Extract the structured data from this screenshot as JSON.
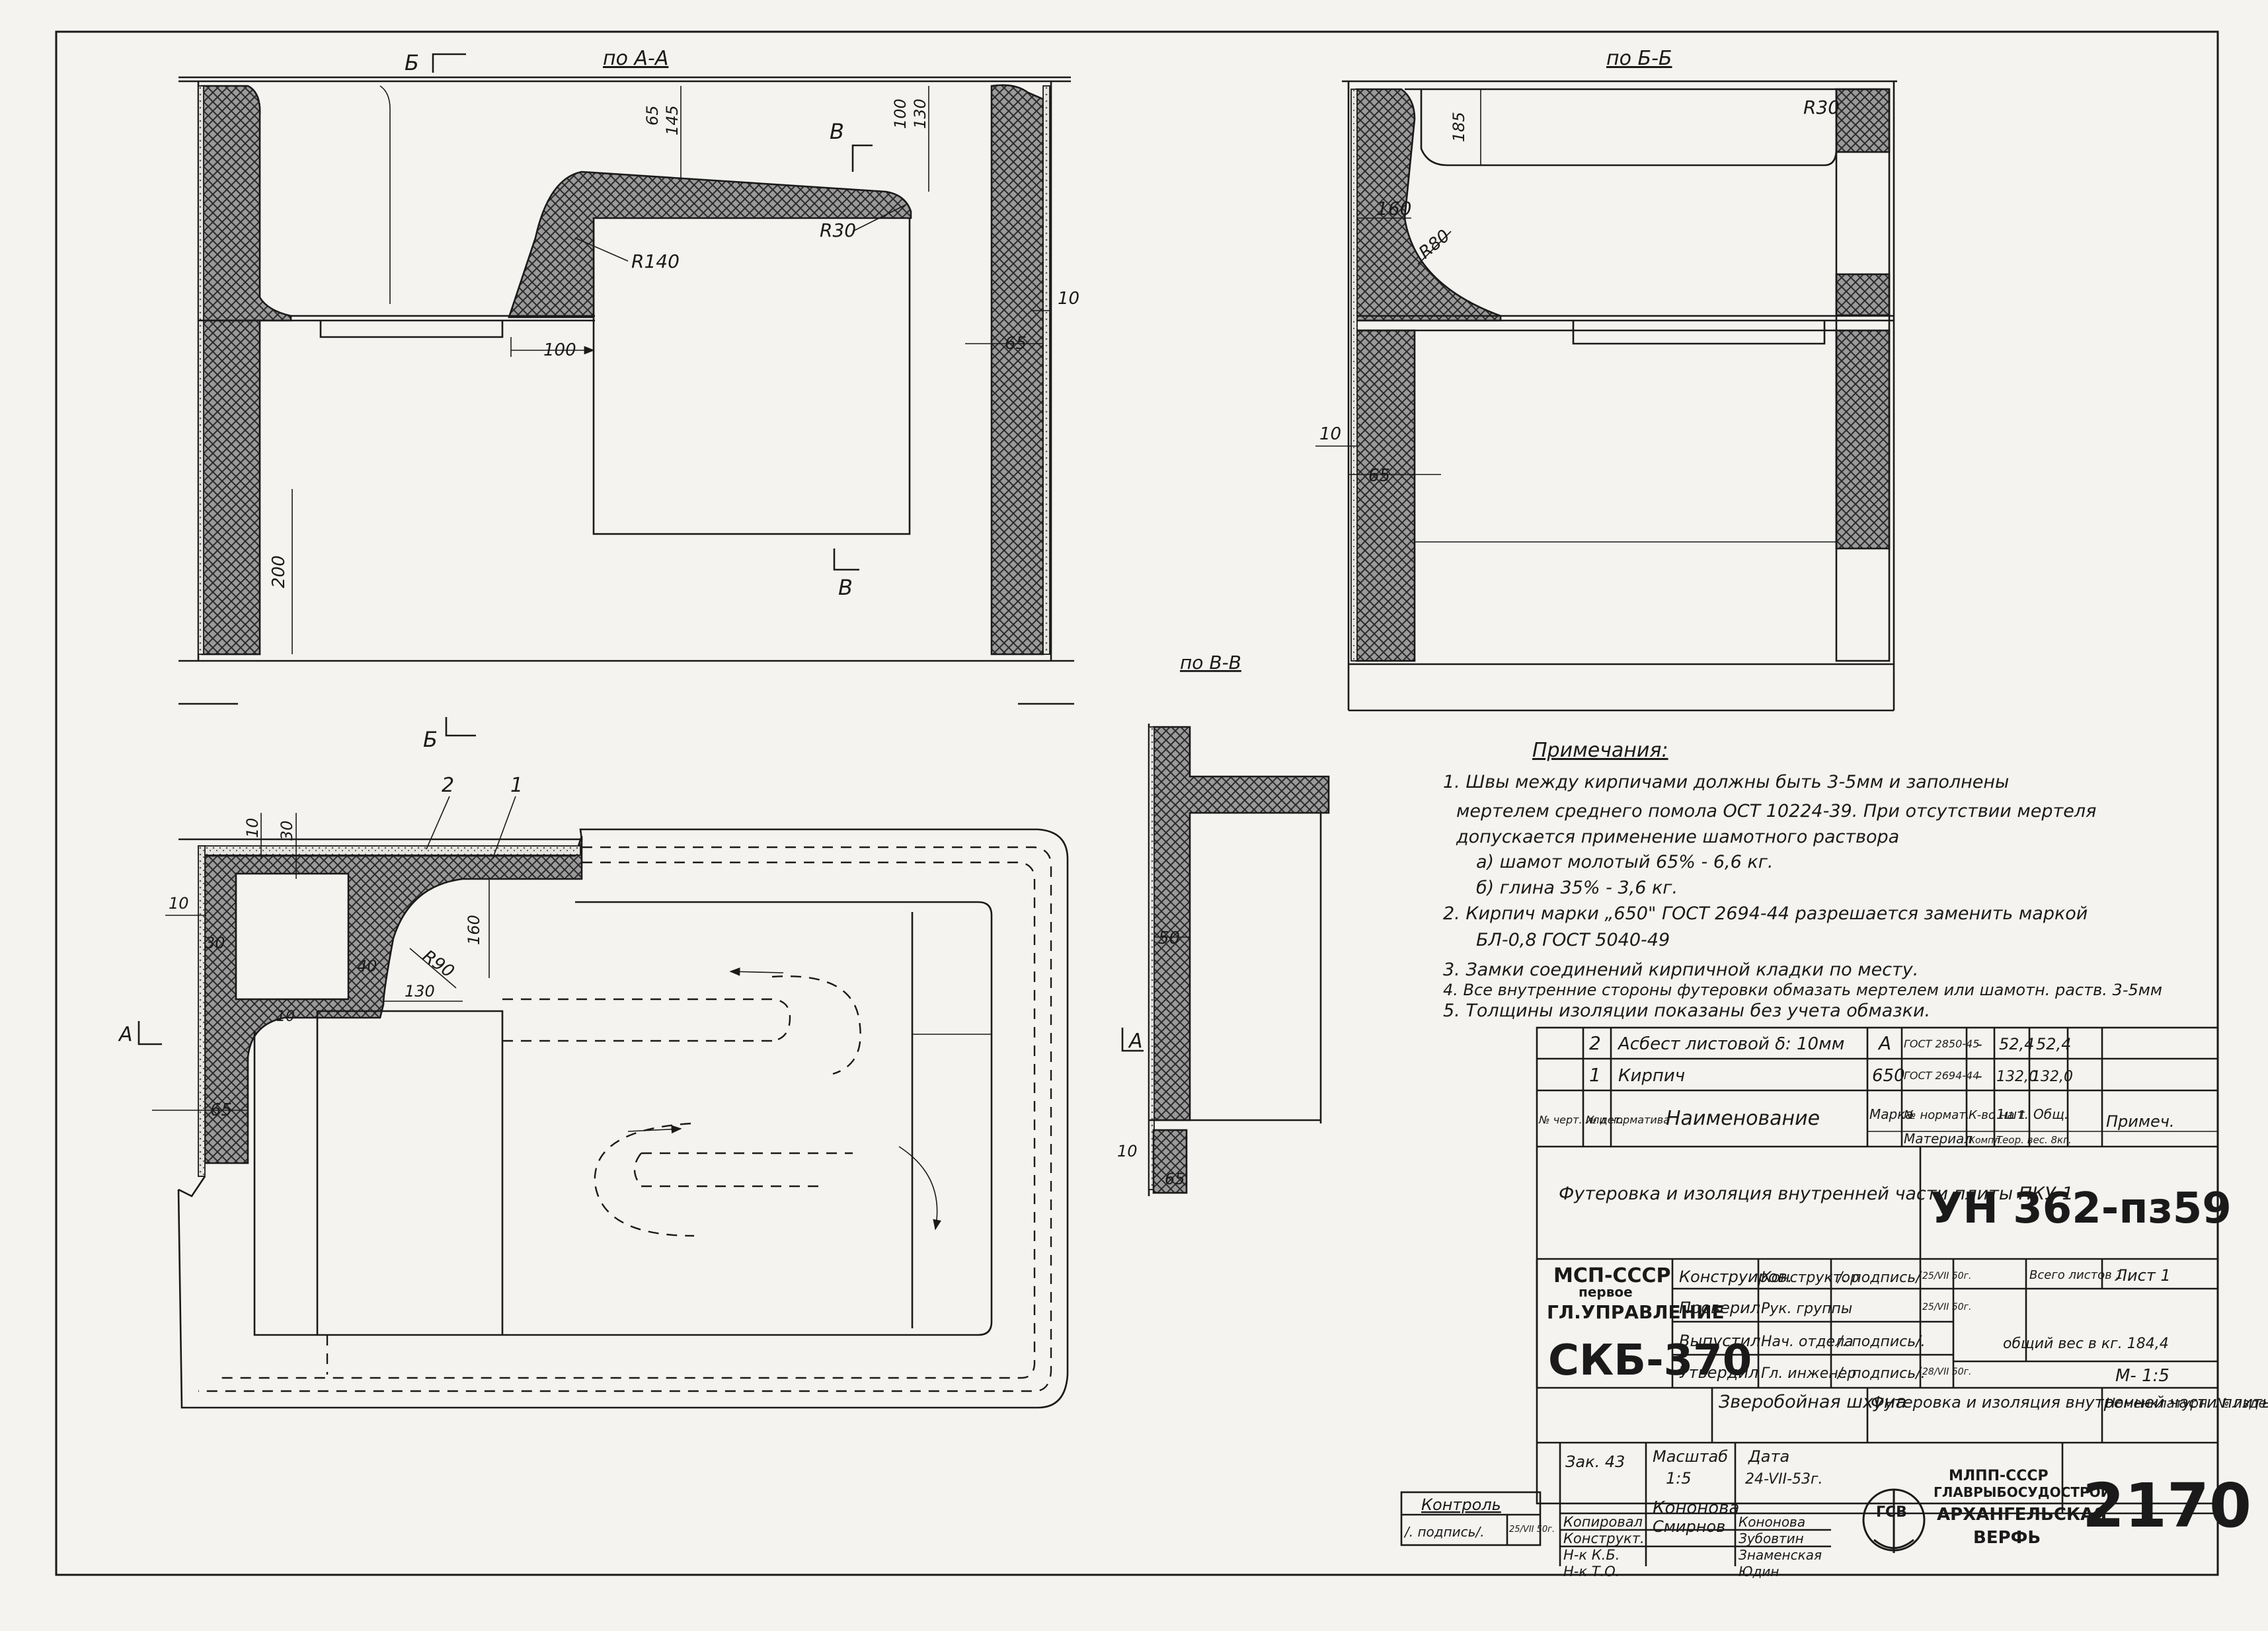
{
  "sections": {
    "aa": "по А-А",
    "bb": "по Б-Б",
    "vv": "по В-В"
  },
  "markers": {
    "b": "Б",
    "v": "В",
    "a": "А"
  },
  "dims": {
    "d65a": "65",
    "d145": "145",
    "d100a": "100",
    "d130": "130",
    "r30a": "R30",
    "r140": "R140",
    "d100b": "100",
    "d10a": "10",
    "d65b": "65",
    "d200": "200",
    "r30b": "R30",
    "d185": "185",
    "d160a": "160",
    "r80": "R80",
    "d10b": "10",
    "d65c": "65",
    "p2": "2",
    "p1": "1",
    "d10c": "10",
    "d30a": "30",
    "d10d": "10",
    "d30b": "30",
    "d160b": "160",
    "r90": "R90",
    "d40": "40",
    "d130b": "130",
    "d10e": "10",
    "d65d": "65",
    "d50": "50",
    "d10f": "10",
    "d65e": "65"
  },
  "notes": {
    "title": "Примечания:",
    "lines": [
      "1. Швы между кирпичами должны быть 3-5мм и заполнены",
      "мертелем среднего помола ОСТ 10224-39. При отсутствии мертеля",
      "допускается применение шамотного раствора",
      "а) шамот молотый 65% - 6,6 кг.",
      "б) глина 35% - 3,6 кг.",
      "2. Кирпич марки „650\" ГОСТ 2694-44 разрешается заменить маркой",
      "БЛ-0,8 ГОСТ 5040-49",
      "3. Замки соединений кирпичной кладки по месту.",
      "4. Все внутренние стороны футеровки обмазать мертелем или шамотн. раств. 3-5мм",
      "5. Толщины изоляции показаны без учета обмазки."
    ]
  },
  "bom": {
    "rows": [
      {
        "pos": "2",
        "name": "Асбест листовой δ: 10мм",
        "mark": "А",
        "gost": "ГОСТ 2850-45",
        "qty": "-",
        "w1": "52,4",
        "w2": "52,4"
      },
      {
        "pos": "1",
        "name": "Кирпич",
        "mark": "650",
        "gost": "ГОСТ 2694-44",
        "qty": "-",
        "w1": "132,0",
        "w2": "132,0"
      }
    ],
    "header": {
      "c1": "№ черт. или норматива",
      "c2": "№ дет.",
      "c3": "Наименование",
      "c4": "Марка",
      "c5": "№ нормат.",
      "c6": "К-во на 1",
      "c7": "1шт.",
      "c8": "Общ.",
      "c9": "Примеч.",
      "material": "Материал",
      "compl": "Компл.",
      "weight": "Теор. вес. 8кг."
    }
  },
  "titleblock": {
    "description": "Футеровка и изоляция внутренней части плиты ПКУ-1",
    "code": "УН 362-пз59",
    "org1": "МСП-СССР",
    "org2": "первое",
    "org3": "ГЛ.УПРАВЛЕНИЕ",
    "org4": "СКБ-370",
    "roles": [
      {
        "role": "Конструиров.",
        "post": "Конструктор",
        "sign": "/. подпись/",
        "date": "25/VII 50г."
      },
      {
        "role": "Проверил",
        "post": "Рук. группы",
        "sign": "",
        "date": "25/VII 50г."
      },
      {
        "role": "Выпустил",
        "post": "Нач. отдела",
        "sign": "/. подпись/.",
        "date": ""
      },
      {
        "role": "Утвердил",
        "post": "Гл. инженер",
        "sign": "/. подпись/.",
        "date": "28/VII 50г."
      }
    ],
    "total_sheets": "Всего листов 1",
    "sheet": "Лист 1",
    "weight": "общий вес в кг. 184,4",
    "scale_m": "М- 1:5",
    "ship": "Зверобойная шхуна",
    "title2": "Футеровка и изоляция внутренней части плиты ПКУ-1",
    "nomen": "Номенклатурн. № изделия",
    "order": "Зак. 43",
    "scale_label": "Масштаб",
    "scale": "1:5",
    "date_label": "Дата",
    "date": "24-VII-53г.",
    "people": [
      {
        "role": "Копировал",
        "name": "Кононова"
      },
      {
        "role": "Конструкт.",
        "name": "Зубовтин"
      },
      {
        "role": "Н-к К.Б.",
        "name": "Знаменская"
      },
      {
        "role": "Н-к Т.О.",
        "name": "Юдин"
      }
    ],
    "sig1": "Кононова",
    "sig2": "Смирнов",
    "yard1": "МЛПП-СССР",
    "yard2": "ГЛАВРЫБОСУДОСТРОЙ",
    "yard3": "АРХАНГЕЛЬСКАЯ",
    "yard4": "ВЕРФЬ",
    "logo": "ГСВ",
    "number": "2170"
  },
  "control": {
    "title": "Контроль",
    "sign": "/. подпись/.",
    "date": "25/VII 50г."
  }
}
